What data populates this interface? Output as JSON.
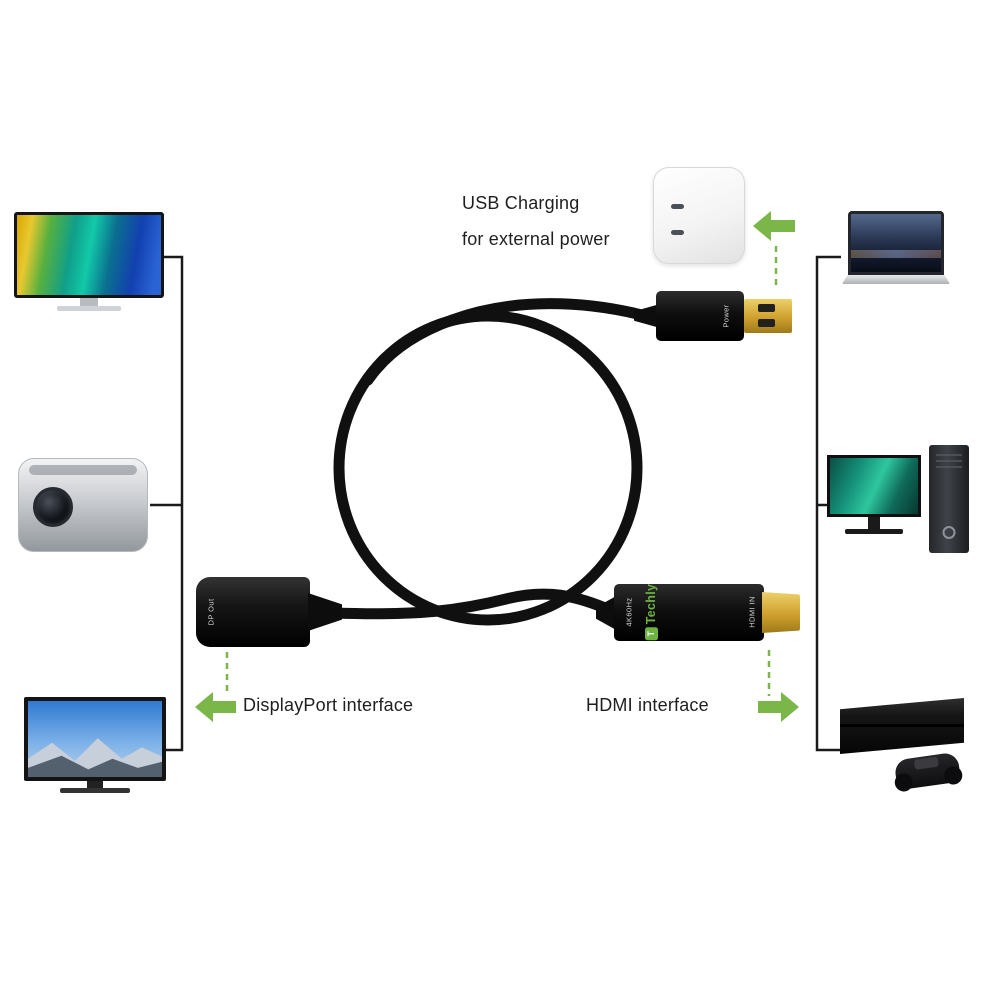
{
  "annotations": {
    "usb": {
      "line1": "USB Charging",
      "line2": "for external power"
    },
    "dp": {
      "label": "DisplayPort interface"
    },
    "hdmi": {
      "label": "HDMI interface"
    }
  },
  "connectors": {
    "usb_plug": {
      "label": "Power"
    },
    "dp_adapter": {
      "label": "DP Out"
    },
    "hdmi_plug": {
      "spec": "4K60Hz",
      "brand_initial": "T",
      "brand": "Techly",
      "port": "HDMI IN"
    }
  },
  "icons": {
    "usb_arrow": "arrow-left",
    "dp_arrow": "arrow-left",
    "hdmi_arrow": "arrow-right"
  },
  "colors": {
    "accent_green": "#7ab648",
    "brand_green": "#6db33f",
    "cable_black": "#101010",
    "connector_gold": "#cfa02e",
    "text": "#1f1f1f",
    "background": "#ffffff"
  }
}
